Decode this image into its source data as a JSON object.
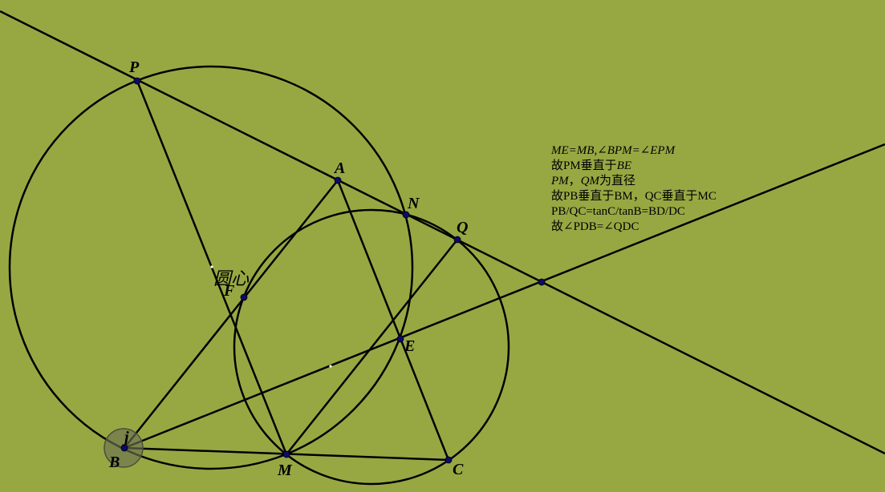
{
  "labels": {
    "P": "P",
    "A": "A",
    "N": "N",
    "Q": "Q",
    "F": "F",
    "E": "E",
    "B": "B",
    "M": "M",
    "C": "C",
    "J": "j",
    "center": "圆心"
  },
  "notes": [
    {
      "text": "ME=MB,∠BPM=∠EPM",
      "italic": true
    },
    {
      "parts": [
        {
          "text": "故PM垂直于"
        },
        {
          "text": "BE",
          "italic": true
        }
      ]
    },
    {
      "parts": [
        {
          "text": "PM",
          "italic": true
        },
        {
          "text": "，"
        },
        {
          "text": "QM",
          "italic": true
        },
        {
          "text": "为直径"
        }
      ]
    },
    {
      "text": "故PB垂直于BM，QC垂直于MC"
    },
    {
      "text": "PB/QC=tanC/tanB=BD/DC"
    },
    {
      "text": "故∠PDB=∠QDC"
    }
  ],
  "colors": {
    "background": "#97a843",
    "line": "#000000",
    "point": "#0b0b6b"
  }
}
